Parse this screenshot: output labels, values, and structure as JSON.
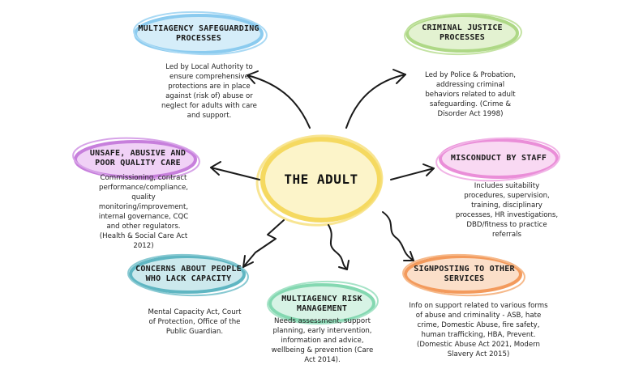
{
  "center": {
    "label": "THE ADULT"
  },
  "nodes": [
    {
      "id": "multiagency-safeguarding",
      "title_lines": [
        "MULTIAGENCY SAFEGUARDING",
        "PROCESSES"
      ],
      "desc_lines": [
        "Led by Local Authority to",
        "ensure comprehensive",
        "protections are in place",
        "against (risk of) abuse or",
        "neglect for adults with care",
        "and support."
      ],
      "color": "#9fd3f2"
    },
    {
      "id": "criminal-justice",
      "title_lines": [
        "CRIMINAL JUSTICE",
        "PROCESSES"
      ],
      "desc_lines": [
        "Led by Police & Probation,",
        "addressing criminal",
        "behaviors related to adult",
        "safeguarding. (Crime &",
        "Disorder Act 1998)"
      ],
      "color": "#bfe09a"
    },
    {
      "id": "unsafe-abusive",
      "title_lines": [
        "UNSAFE, ABUSIVE AND",
        "POOR QUALITY CARE"
      ],
      "desc_lines": [
        "Commissioning, contract",
        "performance/compliance,",
        "quality",
        "monitoring/improvement,",
        "internal governance, CQC",
        "and other regulators.",
        "(Health & Social Care Act",
        "2012)"
      ],
      "color": "#d59be6"
    },
    {
      "id": "misconduct-staff",
      "title_lines": [
        "MISCONDUCT BY STAFF"
      ],
      "desc_lines": [
        "Includes suitability",
        "procedures, supervision,",
        "training, disciplinary",
        "processes, HR investigations,",
        "DBD/fitness to practice",
        "referrals"
      ],
      "color": "#ef9fe0"
    },
    {
      "id": "concerns-capacity",
      "title_lines": [
        "CONCERNS ABOUT PEOPLE",
        "WHO LACK CAPACITY"
      ],
      "desc_lines": [
        "Mental Capacity Act, Court",
        "of Protection, Office of the",
        "Public Guardian."
      ],
      "color": "#74c2cc"
    },
    {
      "id": "multiagency-risk",
      "title_lines": [
        "MULTIAGENCY RISK",
        "MANAGEMENT"
      ],
      "desc_lines": [
        "Needs assessment, support",
        "planning, early intervention,",
        "information and advice,",
        "wellbeing & prevention (Care",
        "Act 2014)."
      ],
      "color": "#9de0c2"
    },
    {
      "id": "signposting",
      "title_lines": [
        "SIGNPOSTING TO OTHER",
        "SERVICES"
      ],
      "desc_lines": [
        "Info on support related to various forms",
        "of abuse and criminality - ASB, hate",
        "crime, Domestic Abuse, fire safety,",
        "human trafficking, HBA, Prevent.",
        "(Domestic Abuse Act 2021, Modern",
        "Slavery Act 2015)"
      ],
      "color": "#f5b27a"
    }
  ],
  "center_color": "#f7e27a"
}
